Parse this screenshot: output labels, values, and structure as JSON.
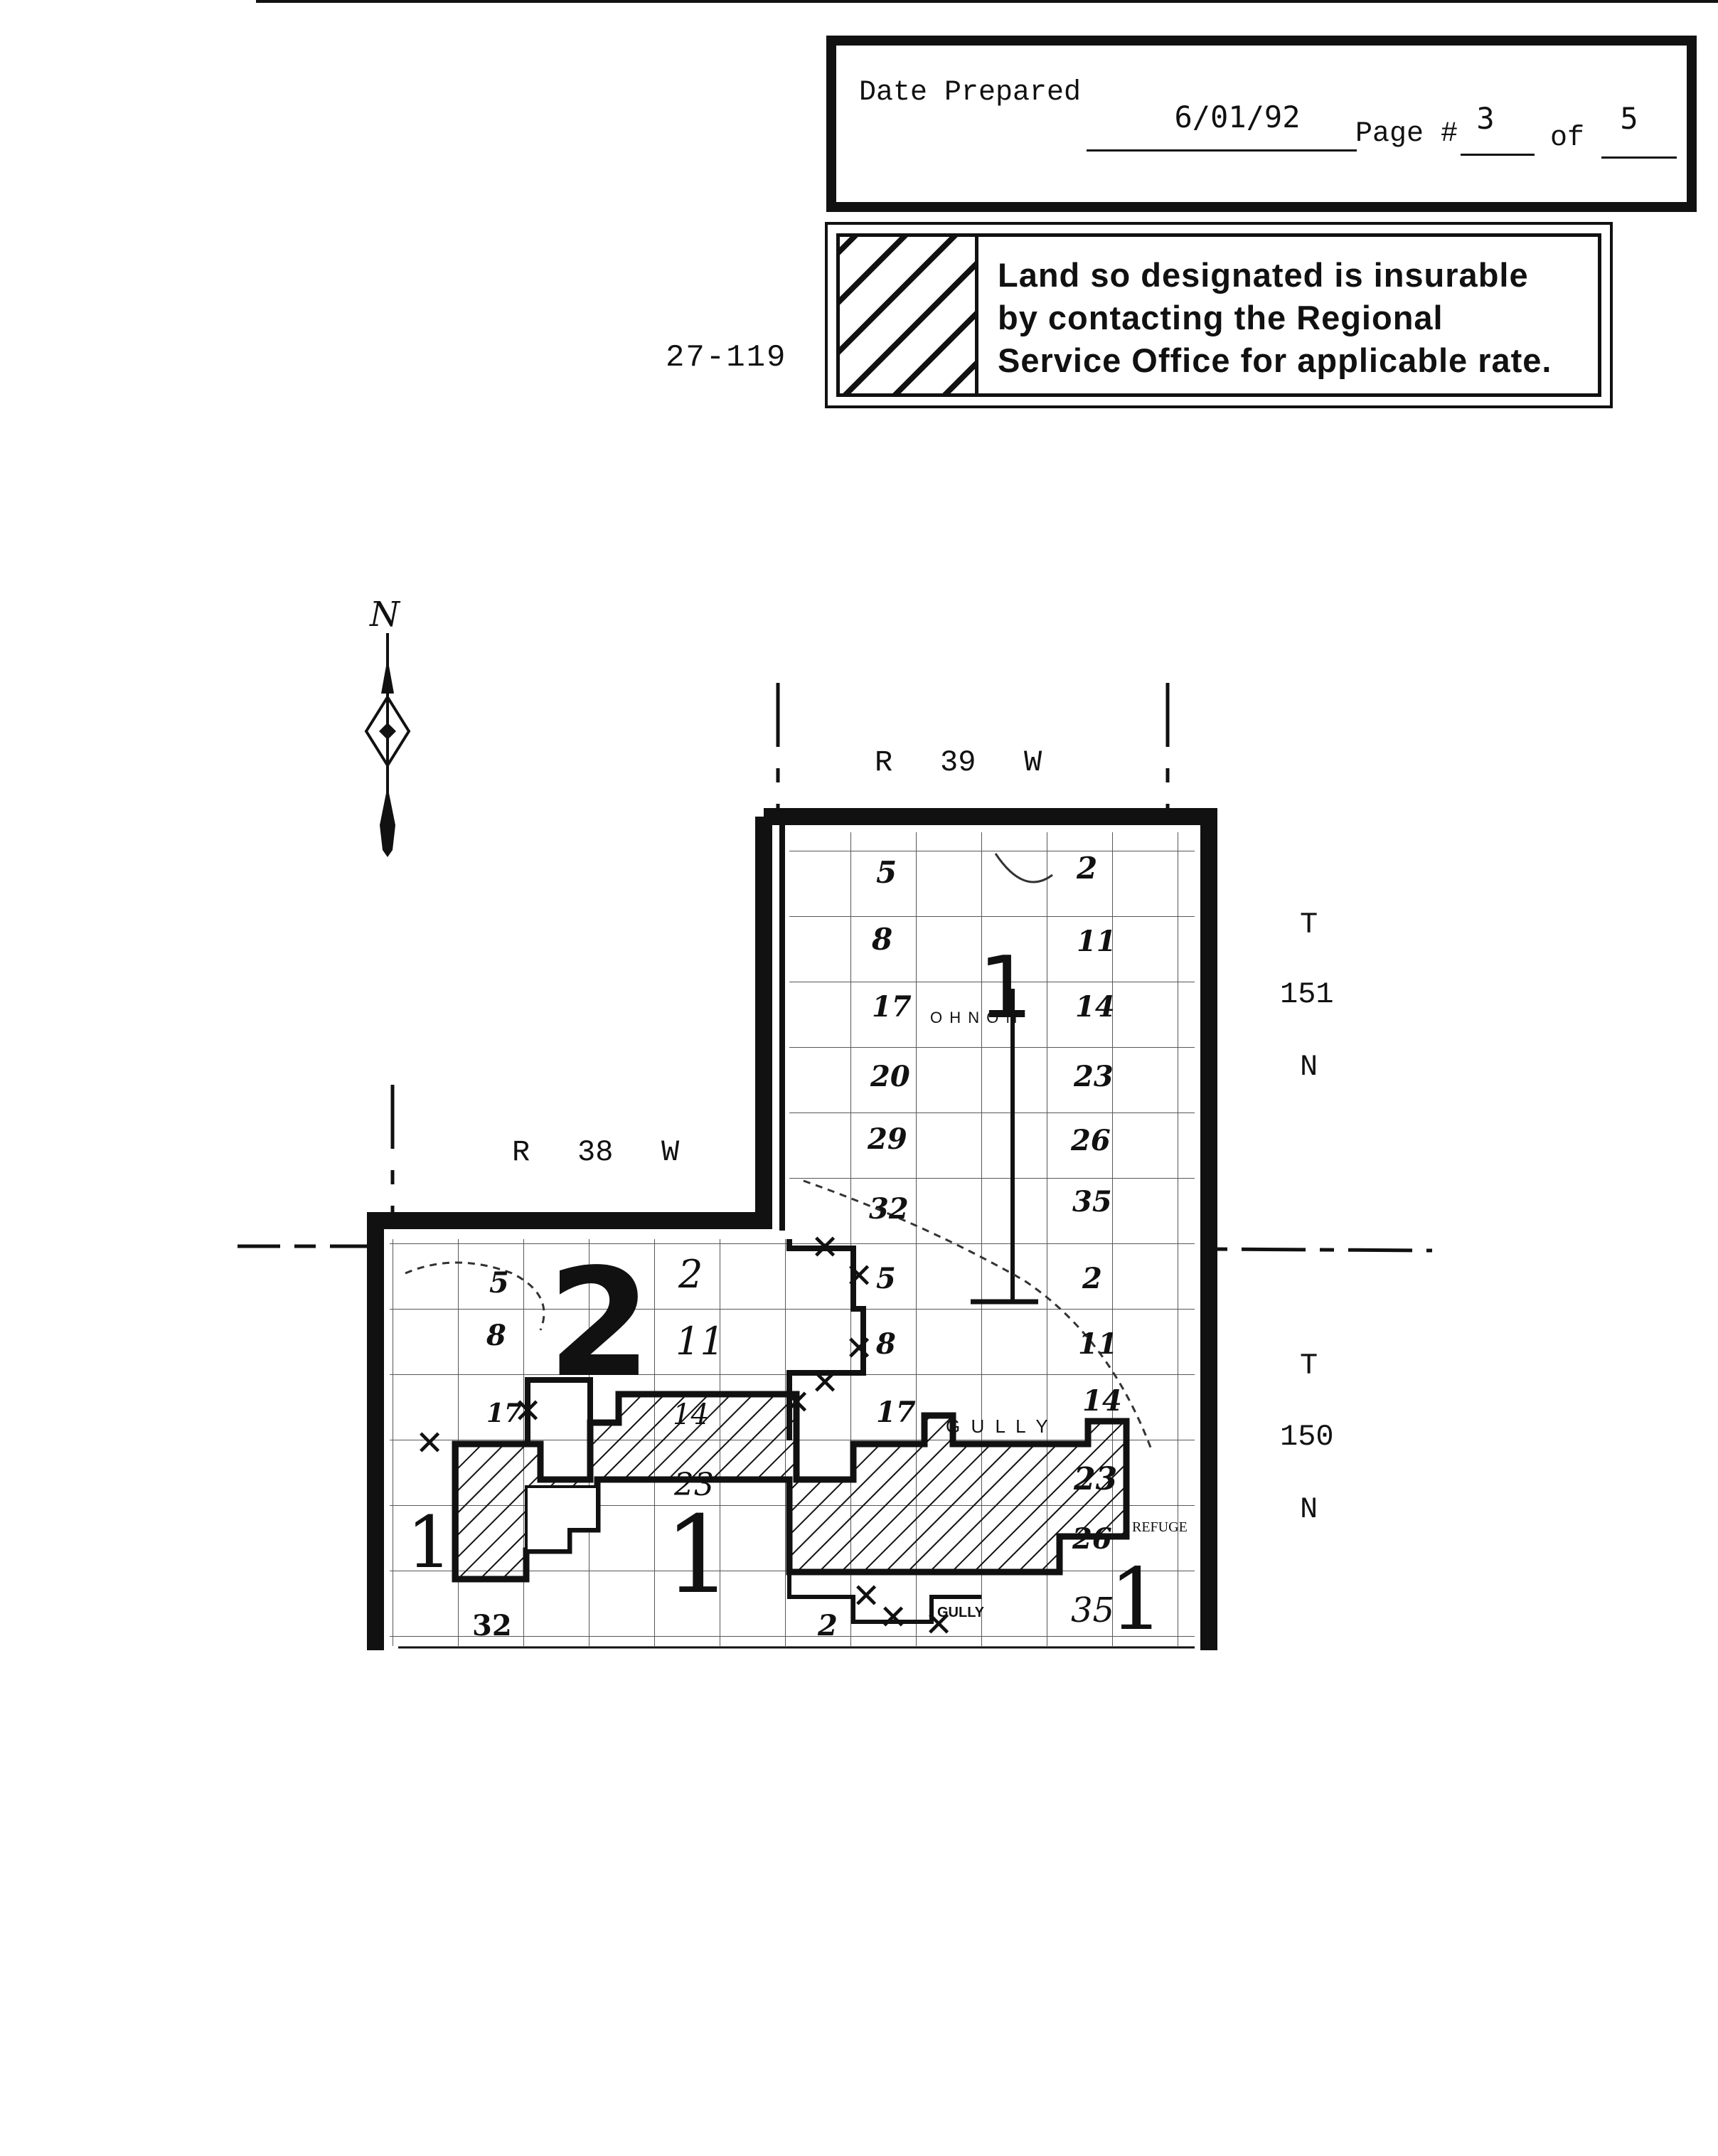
{
  "header": {
    "date_label": "Date Prepared",
    "date_value": "6/01/92",
    "page_label": "Page #",
    "page_value": "3",
    "of_label": "of",
    "of_value": "5"
  },
  "legend": {
    "text_line1": "Land so designated is insurable",
    "text_line2": "by contacting the Regional",
    "text_line3": "Service Office for applicable rate."
  },
  "map_code": "27-119",
  "compass": {
    "north_label": "N"
  },
  "ranges": {
    "r39": [
      "R",
      "39",
      "W"
    ],
    "r38": [
      "R",
      "38",
      "W"
    ]
  },
  "townships": {
    "t151": [
      "T",
      "151",
      "N"
    ],
    "t150": [
      "T",
      "150",
      "N"
    ]
  },
  "zones": {
    "zone1_upper": "1",
    "zone2": "2",
    "zone1_lower_left": "1",
    "zone1_lower_mid": "1",
    "zone1_lower_right": "1"
  },
  "map_labels": {
    "place_gully_upper": "G U L L Y",
    "place_gully_lower": "GULLY",
    "place_refuge": "REFUGE",
    "place_john": "O  H  N  O  N"
  },
  "sections": {
    "east_t151": [
      "5",
      "2",
      "8",
      "11",
      "17",
      "14",
      "20",
      "23",
      "29",
      "26",
      "32",
      "35"
    ],
    "east_t150": [
      "5",
      "2",
      "8",
      "11",
      "17",
      "14",
      "23",
      "26",
      "35",
      "2"
    ],
    "west_t150": [
      "5",
      "2",
      "8",
      "11",
      "17",
      "14",
      "23",
      "32"
    ]
  },
  "colors": {
    "ink": "#111111",
    "paper": "#ffffff"
  }
}
